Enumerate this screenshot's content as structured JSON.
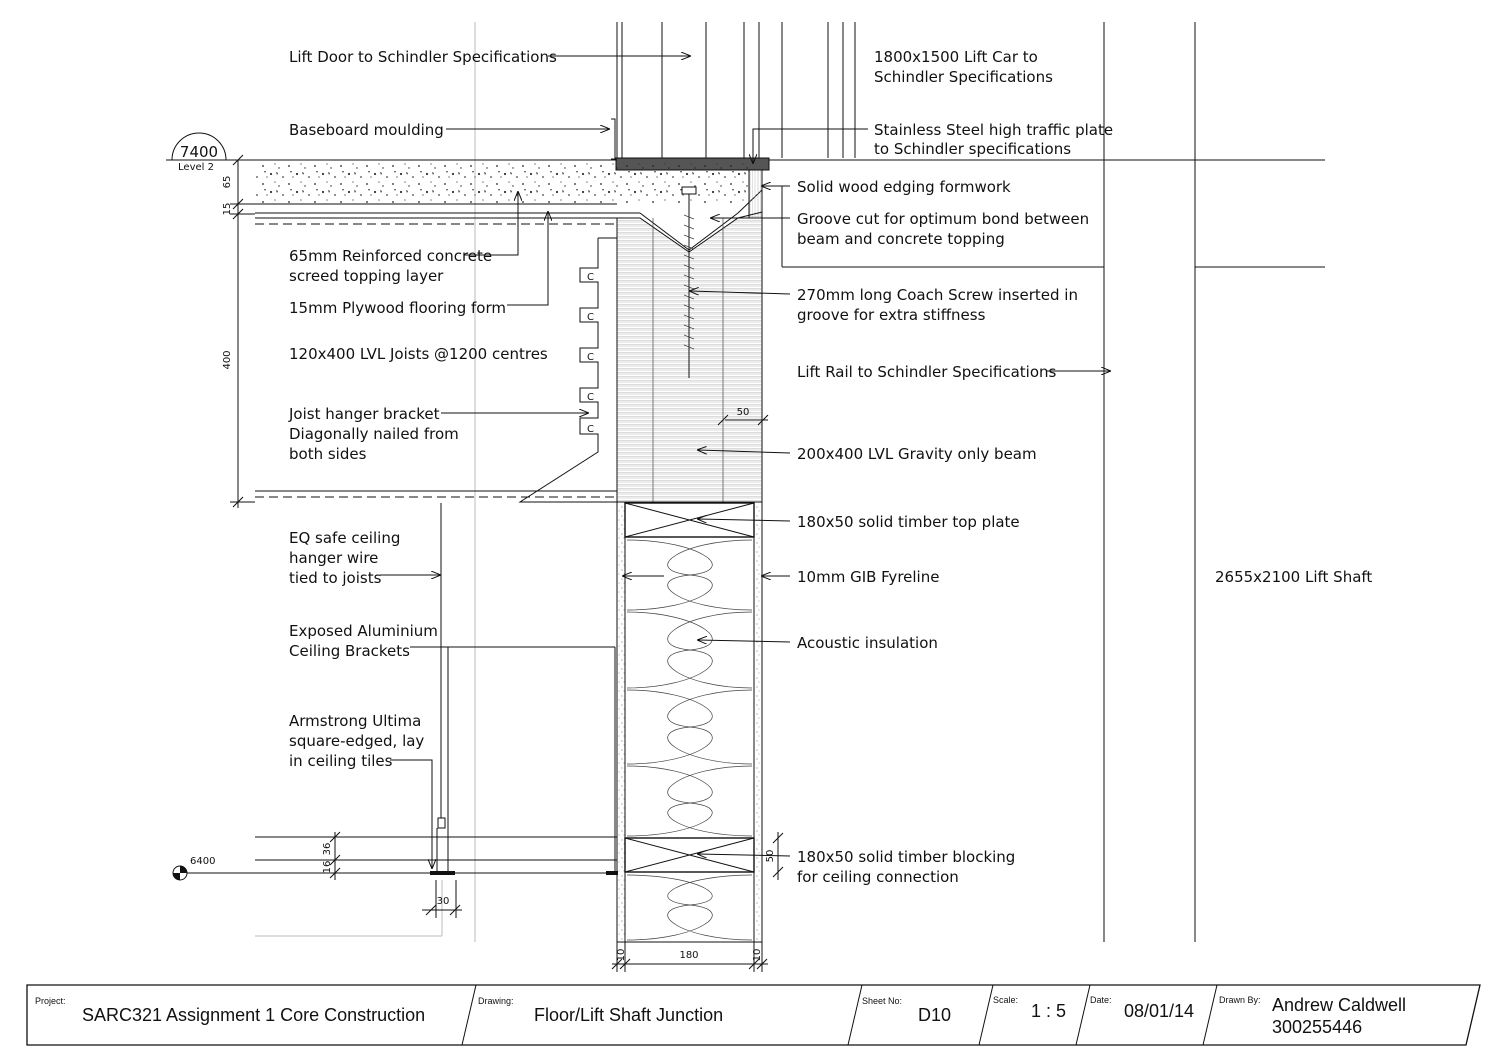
{
  "labels": {
    "lift_door": "Lift Door to Schindler Specifications",
    "lift_car_1": "1800x1500 Lift Car to",
    "lift_car_2": "Schindler Specifications",
    "baseboard": "Baseboard moulding",
    "ss_plate_1": "Stainless Steel high traffic plate",
    "ss_plate_2": "to Schindler specifications",
    "wood_edging": "Solid wood edging formwork",
    "groove_1": "Groove cut for optimum bond between",
    "groove_2": "beam and concrete topping",
    "screed_1": "65mm Reinforced concrete",
    "screed_2": "screed topping layer",
    "plywood": "15mm Plywood flooring form",
    "coach_1": "270mm long Coach Screw inserted in",
    "coach_2": "groove for extra stiffness",
    "joists": "120x400 LVL Joists @1200 centres",
    "lift_rail": "Lift Rail to Schindler Specifications",
    "hanger_1": "Joist hanger bracket",
    "hanger_2": "Diagonally nailed from",
    "hanger_3": "both sides",
    "beam": "200x400 LVL Gravity only beam",
    "top_plate": "180x50 solid timber top plate",
    "wire_1": "EQ safe ceiling",
    "wire_2": "hanger wire",
    "wire_3": "tied to joists",
    "gib": "10mm GIB Fyreline",
    "shaft": "2655x2100 Lift Shaft",
    "brackets_1": "Exposed Aluminium",
    "brackets_2": "Ceiling Brackets",
    "insulation": "Acoustic insulation",
    "tiles_1": "Armstrong Ultima",
    "tiles_2": "square-edged, lay",
    "tiles_3": "in ceiling tiles",
    "blocking_1": "180x50 solid timber blocking",
    "blocking_2": "for ceiling connection"
  },
  "levels": {
    "upper_value": "7400",
    "upper_name": "Level 2",
    "lower_value": "6400"
  },
  "dimensions": {
    "screed": "65",
    "plywood": "15",
    "joist_depth": "400",
    "beam_edge": "50",
    "ceiling_36": "36",
    "ceiling_16": "16",
    "bracket_width": "30",
    "blocking_height": "50",
    "gib_left": "10",
    "wall": "180",
    "gib_right": "10"
  },
  "title_block": {
    "project_label": "Project:",
    "project": "SARC321 Assignment 1 Core Construction",
    "drawing_label": "Drawing:",
    "drawing": "Floor/Lift Shaft Junction",
    "sheet_label": "Sheet No:",
    "sheet": "D10",
    "scale_label": "Scale:",
    "scale": "1 : 5",
    "date_label": "Date:",
    "date": "08/01/14",
    "drawn_label": "Drawn By:",
    "drawn_name": "Andrew Caldwell",
    "drawn_id": "300255446"
  }
}
